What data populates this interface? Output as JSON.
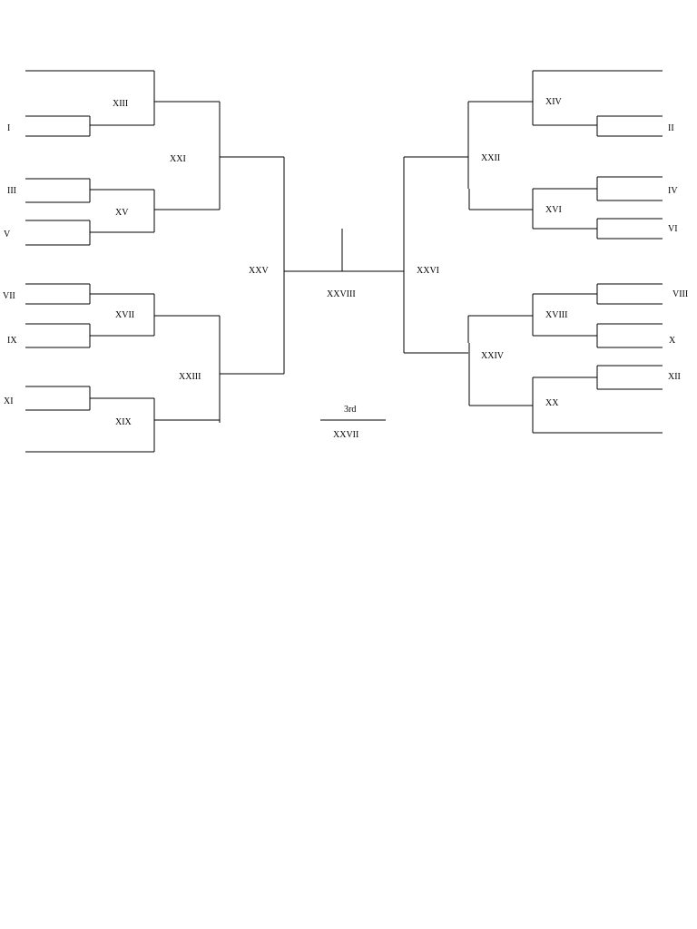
{
  "diagram": {
    "type": "tournament-bracket",
    "seeds": {
      "s1": "I",
      "s2": "II",
      "s3": "III",
      "s4": "IV",
      "s5": "V",
      "s6": "VI",
      "s7": "VII",
      "s8": "VIII",
      "s9": "IX",
      "s10": "X",
      "s11": "XI",
      "s12": "XII"
    },
    "matches": {
      "m13": "XIII",
      "m14": "XIV",
      "m15": "XV",
      "m16": "XVI",
      "m17": "XVII",
      "m18": "XVIII",
      "m19": "XIX",
      "m20": "XX",
      "m21": "XXI",
      "m22": "XXII",
      "m23": "XXIII",
      "m24": "XXIV",
      "m25": "XXV",
      "m26": "XXVI",
      "m27": "XXVII",
      "m28": "XXVIII"
    },
    "third_place_label": "3rd"
  }
}
